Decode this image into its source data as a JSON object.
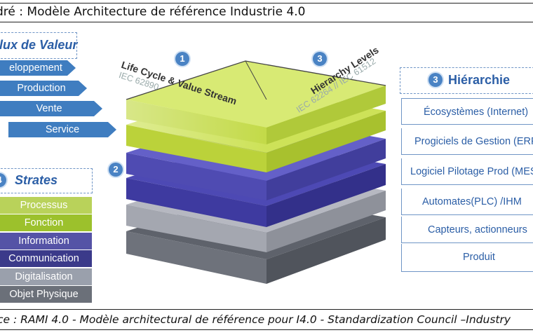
{
  "caption_top": "dré : Modèle Architecture de référence Industrie 4.0",
  "caption_bottom": "ce : RAMI 4.0 - Modèle architectural de référence pour I4.0 - Standardization Council –Industry",
  "flux": {
    "title": "lux de Valeur",
    "items": [
      "eloppement",
      "Production",
      "Vente",
      "Service"
    ]
  },
  "strates": {
    "number": "4",
    "title": "Strates",
    "items": [
      {
        "label": "Processus",
        "color": "#b9d25a"
      },
      {
        "label": "Fonction",
        "color": "#9cc12c"
      },
      {
        "label": "Information",
        "color": "#5553a6"
      },
      {
        "label": "Communication",
        "color": "#3b3a8a"
      },
      {
        "label": "Digitalisation",
        "color": "#9aa0ac"
      },
      {
        "label": "Objet Physique",
        "color": "#6b7079"
      }
    ]
  },
  "cube": {
    "axis1_number": "1",
    "axis1_label": "Life Cycle & Value Stream",
    "axis1_std": "IEC 62890",
    "axis2_number": "2",
    "axis3_number": "3",
    "axis3_label": "Hierarchy Levels",
    "axis3_std": "IEC 62264 // IEC 61512",
    "layer_colors": [
      "#c9e14b",
      "#c9e14b",
      "#5a56c0",
      "#5a56c0",
      "#a8aab4",
      "#6e727b"
    ]
  },
  "hierarchie": {
    "number": "3",
    "title": "Hiérarchie",
    "items": [
      "Écosystèmes (Internet)",
      "Progiciels de Gestion (ERP)",
      "Logiciel Pilotage Prod (MES)",
      "Automates(PLC) /IHM",
      "Capteurs, actionneurs",
      "Produit"
    ]
  }
}
